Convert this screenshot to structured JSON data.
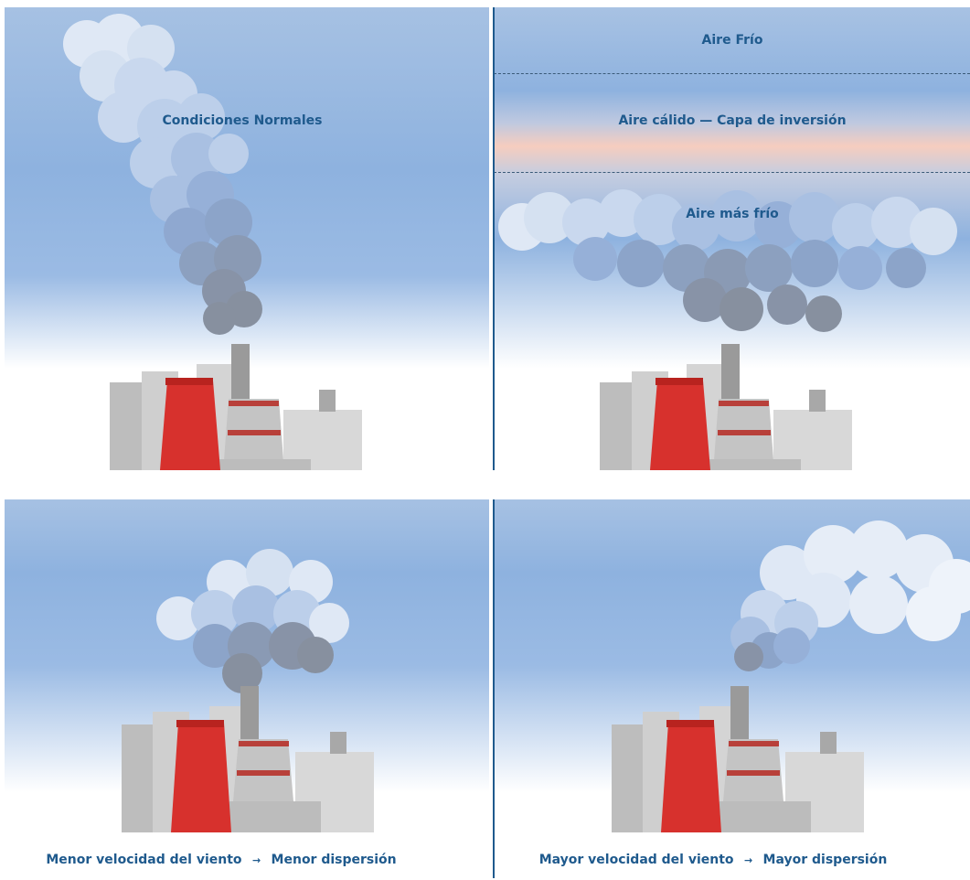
{
  "panels": {
    "normal": {
      "label": "Condiciones Normales"
    },
    "inversion": {
      "cold_air_top": "Aire Frío",
      "warm_layer": "Aire cálido — Capa de inversión",
      "cold_air_bottom": "Aire más frío"
    }
  },
  "captions": {
    "low_wind": {
      "cause": "Menor velocidad del viento",
      "arrow": "→",
      "effect": "Menor dispersión"
    },
    "high_wind": {
      "cause": "Mayor velocidad del viento",
      "arrow": "→",
      "effect": "Mayor dispersión"
    }
  },
  "colors": {
    "sky_top": "#a8c2e2",
    "sky_mid": "#87aede",
    "warm_band": "#f6cdbf",
    "text": "#1f5a8d",
    "chimney_red": "#d7312d",
    "building_gray": "#c9c9c9"
  }
}
